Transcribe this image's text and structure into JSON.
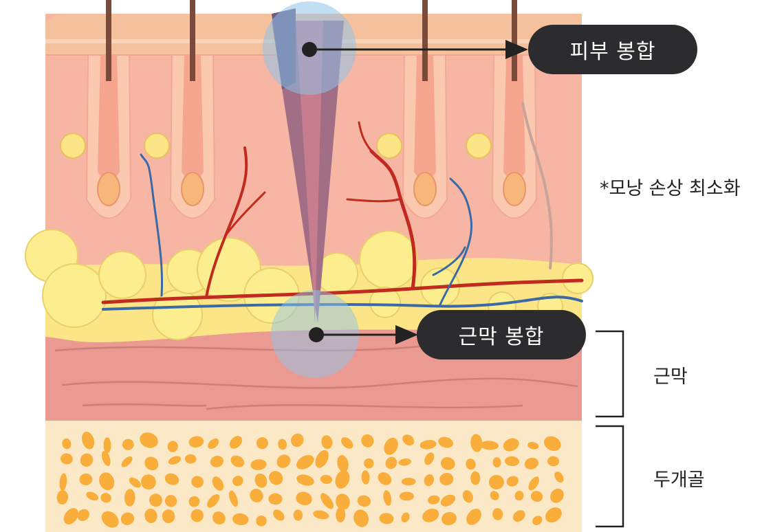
{
  "labels": {
    "skin_suture": "피부 봉합",
    "fascia_suture": "근막 봉합",
    "follicle_note": "*모낭 손상 최소화",
    "fascia_layer": "근막",
    "skull_layer": "두개골"
  },
  "colors": {
    "skin": "#f7b6a4",
    "epidermis": "#f5c09c",
    "fat": "#fbe586",
    "muscle": "#eb9a92",
    "bone": "#fbe8c6",
    "bone_spots": "#f9ad3a",
    "artery": "#c12a1e",
    "vein": "#3a6aa6",
    "callout": "#2c2c2e"
  }
}
